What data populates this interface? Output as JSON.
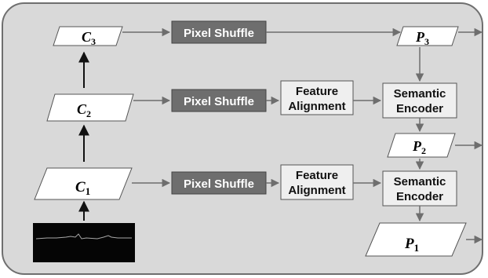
{
  "colors": {
    "panel_fill": "#d9d9d9",
    "panel_stroke": "#6f6f6f",
    "shuffle_fill": "#6e6e6e",
    "shuffle_text": "#ffffff",
    "block_fill": "#efefef",
    "block_stroke": "#555555",
    "arrow": "#6e6e6e",
    "arrow_dark": "#111111",
    "input_bg": "#050505",
    "signal": "#a8a8a8"
  },
  "features": [
    {
      "id": "c3",
      "var": "C",
      "sub": "3"
    },
    {
      "id": "c2",
      "var": "C",
      "sub": "2"
    },
    {
      "id": "c1",
      "var": "C",
      "sub": "1"
    },
    {
      "id": "p3",
      "var": "P",
      "sub": "3"
    },
    {
      "id": "p2",
      "var": "P",
      "sub": "2"
    },
    {
      "id": "p1",
      "var": "P",
      "sub": "1"
    }
  ],
  "pixel_shuffle": {
    "label": "Pixel Shuffle"
  },
  "feature_alignment": {
    "line1": "Feature",
    "line2": "Alignment"
  },
  "semantic_encoder": {
    "line1": "Semantic",
    "line2": "Encoder"
  },
  "input_image": {
    "icon": "waveform-image"
  }
}
